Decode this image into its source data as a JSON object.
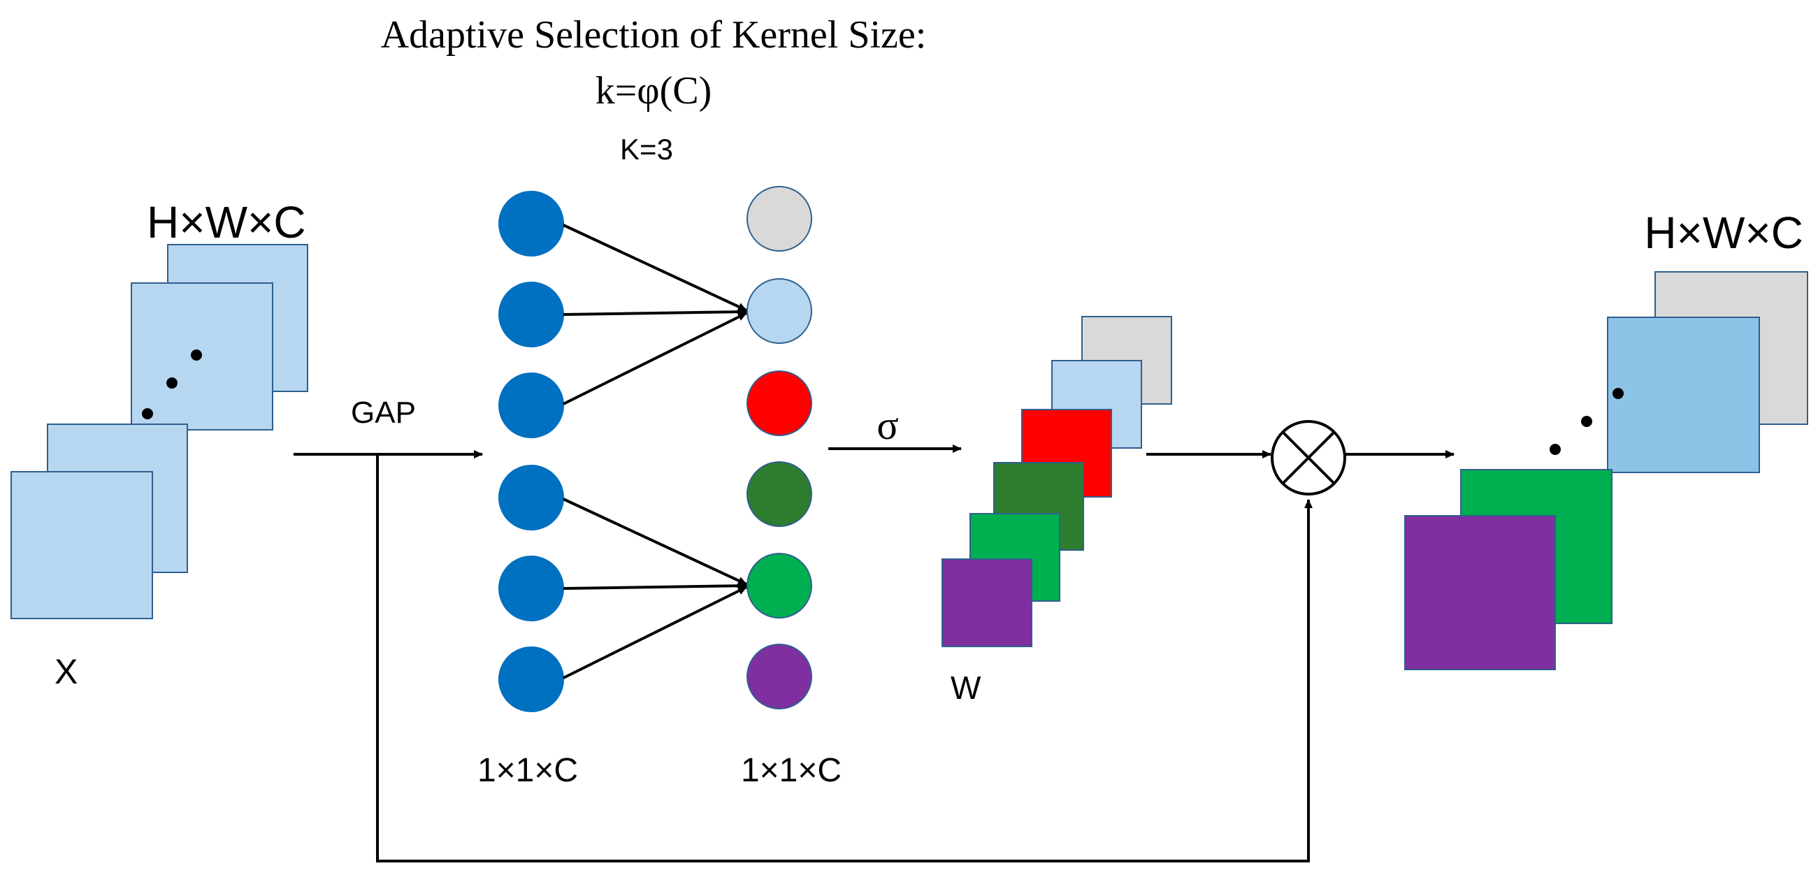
{
  "title": {
    "line1": "Adaptive Selection of Kernel Size:",
    "line2": "k=φ(C)"
  },
  "kernel_label": "K=3",
  "input": {
    "dims_label": "H×W×C",
    "name_label": "X"
  },
  "gap_label": "GAP",
  "pooled_dims_label": "1×1×C",
  "output_weights_dims_label": "1×1×C",
  "sigma_label": "σ",
  "weights_label": "W",
  "output": {
    "dims_label": "H×W×C"
  },
  "colors": {
    "feature_blue": "#b7d7f0",
    "feature_border": "#2e5f8f",
    "node_blue": "#0070c0",
    "gray": "#d9d9d9",
    "light_blue": "#b7d7f0",
    "red": "#ff0000",
    "dark_green": "#2e7d2e",
    "green": "#00b050",
    "purple": "#7f2f9f",
    "output_blue": "#8ec3e8"
  }
}
